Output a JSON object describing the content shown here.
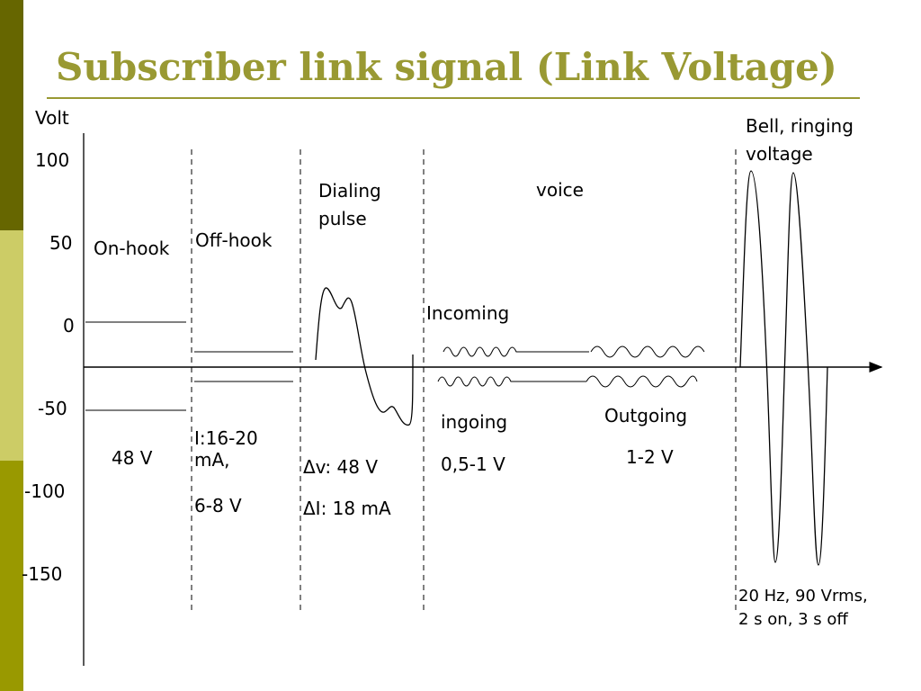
{
  "title": "Subscriber link signal (Link Voltage)",
  "colors": {
    "title": "#999933",
    "sidebar_top": "#666600",
    "sidebar_mid": "#CCCC66",
    "sidebar_bottom": "#999900"
  },
  "axis": {
    "y_label": "Volt",
    "y_ticks": [
      "100",
      "50",
      "0",
      "-50",
      "-100",
      "-150"
    ]
  },
  "sections": {
    "on_hook": {
      "label": "On-hook",
      "value": "48 V"
    },
    "off_hook": {
      "label": "Off-hook",
      "current": "I:16-20 mA,",
      "voltage": "6-8 V"
    },
    "dialing": {
      "label_line1": "Dialing",
      "label_line2": "pulse",
      "delta_v": "Δv: 48 V",
      "delta_i": "ΔI: 18 mA"
    },
    "voice": {
      "label": "voice",
      "incoming": "Incoming",
      "ingoing": "ingoing",
      "ingoing_value": "0,5-1 V",
      "outgoing": "Outgoing",
      "outgoing_value": "1-2 V"
    },
    "ringing": {
      "label_line1": "Bell, ringing",
      "label_line2": "voltage",
      "spec_line1": "20 Hz, 90 Vrms,",
      "spec_line2": "2 s on, 3 s off"
    }
  }
}
